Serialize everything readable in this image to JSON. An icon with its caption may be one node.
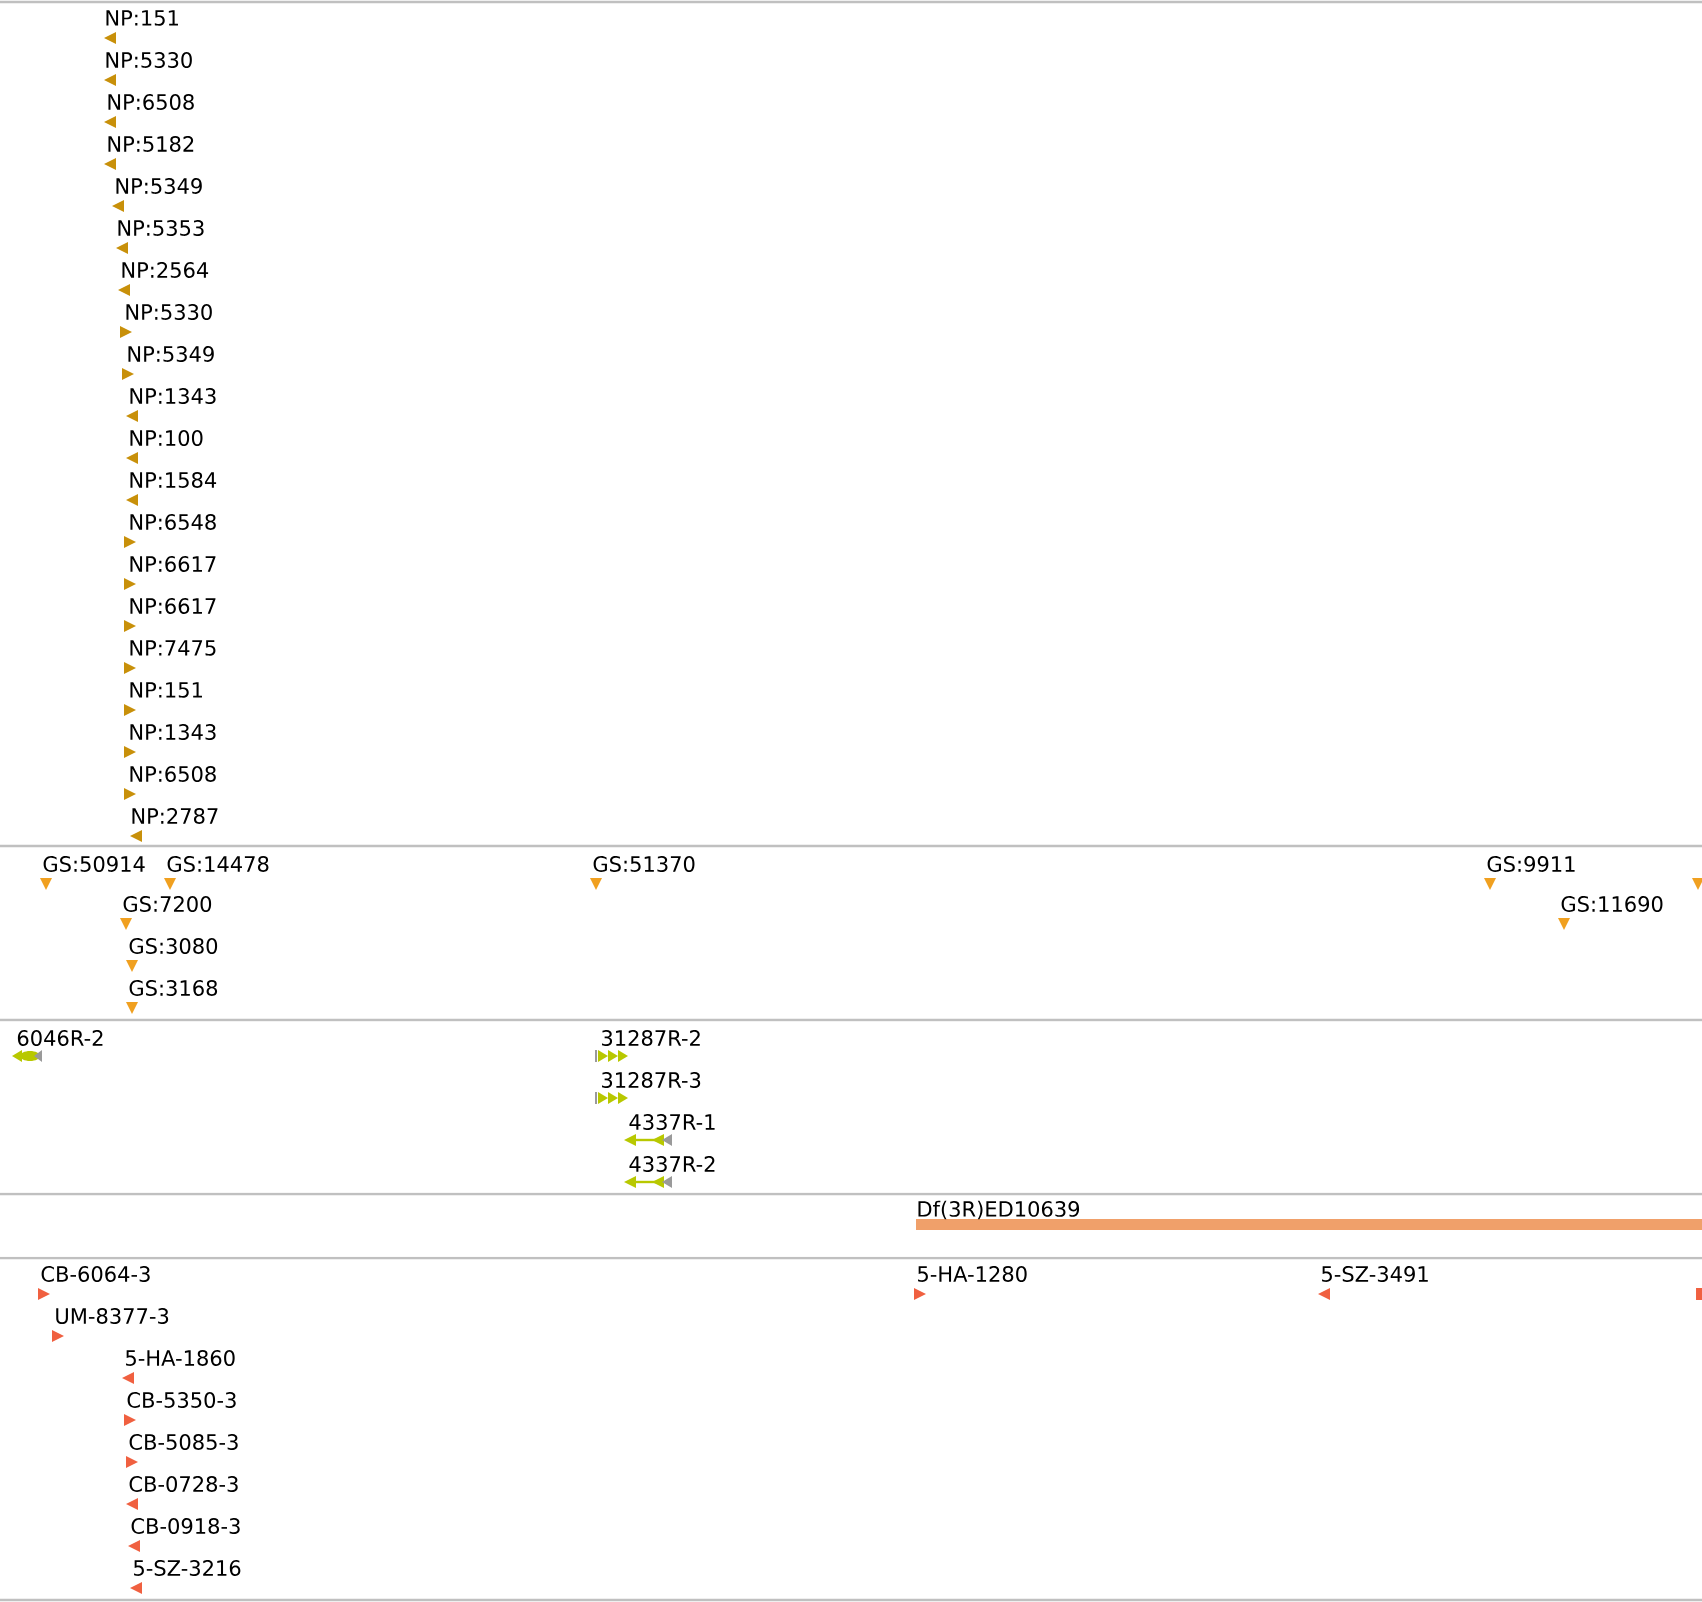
{
  "diagram": {
    "labels": [
      "NP:151",
      "NP:5330",
      "NP:6508",
      "NP:5182",
      "NP:5349",
      "NP:5353",
      "NP:2564",
      "NP:5330",
      "NP:5349",
      "NP:1343",
      "NP:100",
      "NP:1584",
      "NP:6548",
      "NP:6617",
      "NP:6617",
      "NP:7475",
      "NP:151",
      "NP:1343",
      "NP:6508",
      "NP:2787",
      "GS:50914",
      "GS:14478",
      "GS:51370",
      "GS:9911",
      "GS:7200",
      "GS:11690",
      "GS:3080",
      "GS:3168",
      "6046R-2",
      "31287R-2",
      "31287R-3",
      "4337R-1",
      "4337R-2",
      "Df(3R)ED10639",
      "CB-6064-3",
      "5-HA-1280",
      "5-SZ-3491",
      "UM-8377-3",
      "5-HA-1860",
      "CB-5350-3",
      "CB-5085-3",
      "CB-0728-3",
      "CB-0918-3",
      "5-SZ-3216"
    ]
  }
}
